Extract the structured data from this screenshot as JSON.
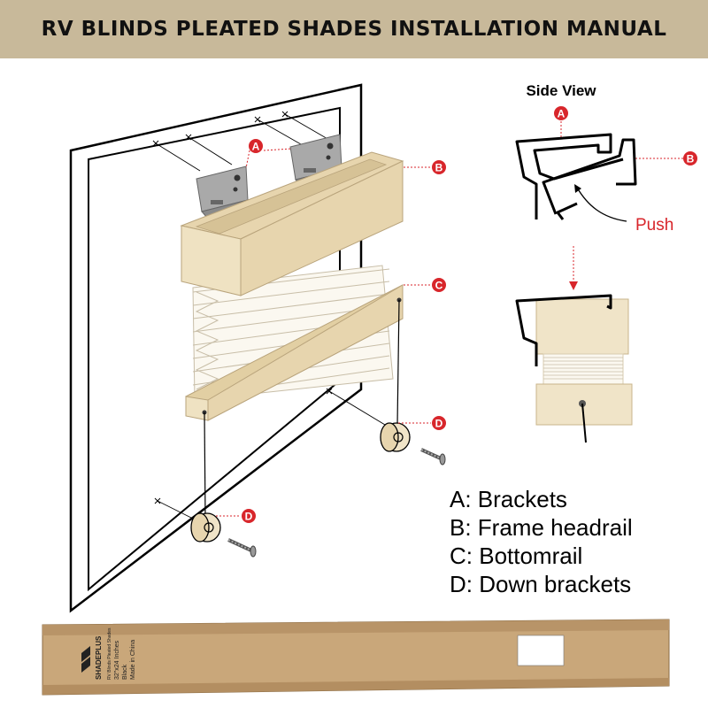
{
  "header": {
    "title": "RV BLINDS PLEATED SHADES INSTALLATION MANUAL"
  },
  "side_view": {
    "title": "Side View",
    "push_label": "Push"
  },
  "markers": {
    "a": "A",
    "b": "B",
    "c": "C",
    "d": "D"
  },
  "legend": [
    {
      "text": "A: Brackets"
    },
    {
      "text": "B: Frame headrail"
    },
    {
      "text": "C: Bottomrail"
    },
    {
      "text": "D: Down brackets"
    }
  ],
  "package": {
    "brand": "SHADEPLUS",
    "lines": [
      "RV Blinds Pleated Shades",
      "32\"x24 Inches",
      "Black",
      "Made in China"
    ]
  },
  "colors": {
    "banner": "#c8b99a",
    "marker": "#d8262b",
    "fabric": "#f0e4c8",
    "cardboard": "#c9a77a",
    "metal": "#a9a9a9"
  }
}
